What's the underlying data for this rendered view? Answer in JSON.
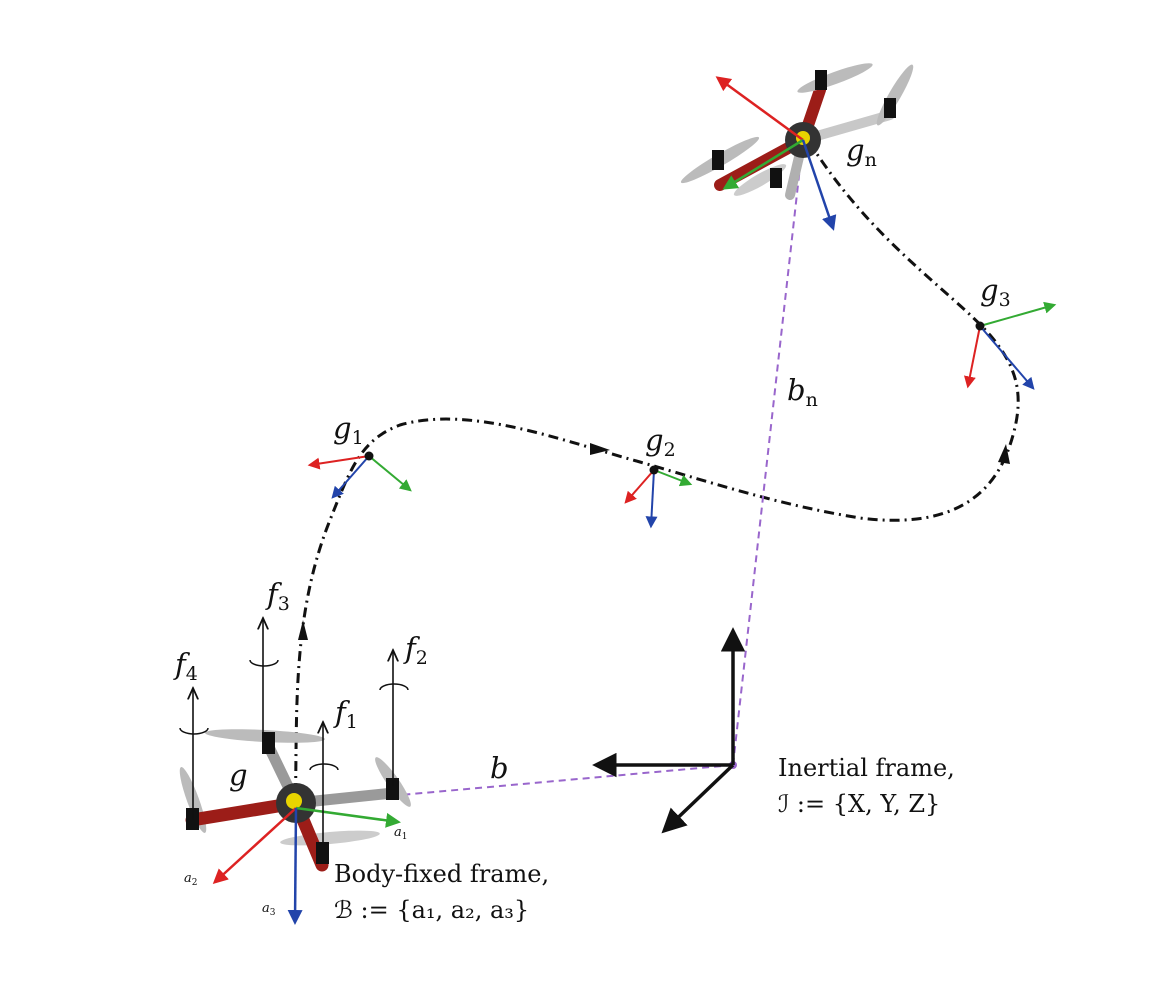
{
  "colors": {
    "x_axis": "#33aa33",
    "y_axis": "#dd2222",
    "z_axis": "#2244aa",
    "trajectory": "#111111",
    "position_vector": "#9966cc",
    "frame_red": "#9c1d18",
    "frame_gray": "#8a8a8a"
  },
  "waypoints": [
    {
      "sym": "g",
      "sub": "1"
    },
    {
      "sym": "g",
      "sub": "2"
    },
    {
      "sym": "g",
      "sub": "3"
    },
    {
      "sym": "g",
      "sub": "n"
    }
  ],
  "initial_pose": {
    "sym": "g"
  },
  "forces": [
    {
      "sym": "f",
      "sub": "1"
    },
    {
      "sym": "f",
      "sub": "2"
    },
    {
      "sym": "f",
      "sub": "3"
    },
    {
      "sym": "f",
      "sub": "4"
    }
  ],
  "position_vectors": [
    {
      "sym": "b"
    },
    {
      "sym": "b",
      "sub": "n"
    }
  ],
  "body_axes": [
    {
      "sym": "a",
      "sub": "1"
    },
    {
      "sym": "a",
      "sub": "2"
    },
    {
      "sym": "a",
      "sub": "3"
    }
  ],
  "inertial_frame": {
    "line1": "Inertial frame,",
    "line2": "ℐ := {X, Y, Z}"
  },
  "body_frame": {
    "line1": "Body-fixed frame,",
    "line2": "ℬ := {a₁, a₂, a₃}"
  },
  "icons": [
    "quadrotor-start-icon",
    "quadrotor-goal-icon"
  ]
}
